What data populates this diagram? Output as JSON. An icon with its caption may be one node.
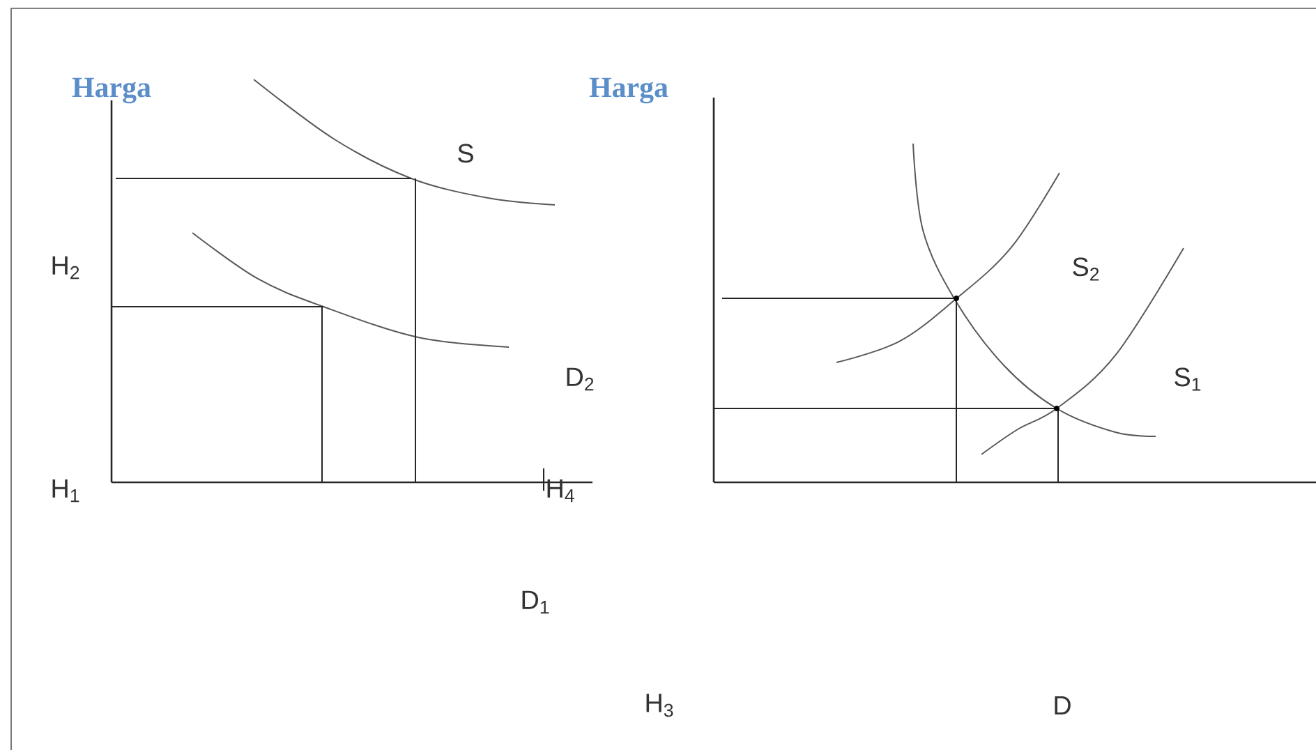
{
  "diagram": {
    "labels": [
      "Harga",
      "Harga",
      "S",
      "H$_{2}$",
      "D$_{2}$",
      "H$_{1}$",
      "H$_{4}$",
      "S$_{2}$",
      "S$_{1}$",
      "D$_{1}$",
      "H$_{3}$",
      "D"
    ]
  }
}
